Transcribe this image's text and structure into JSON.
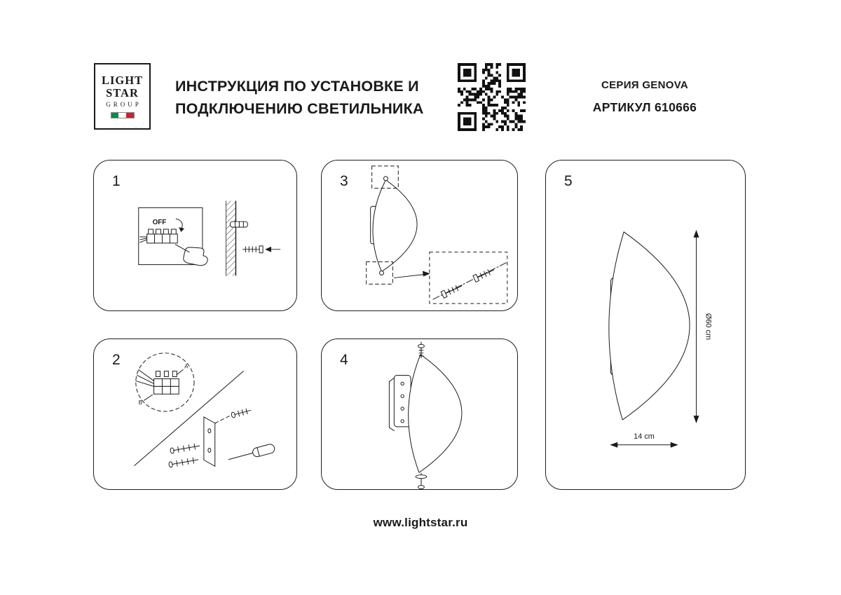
{
  "header": {
    "logo": {
      "line1": "LIGHT",
      "line2": "STAR",
      "line3": "GROUP"
    },
    "title": {
      "line1": "ИНСТРУКЦИЯ ПО УСТАНОВКЕ И",
      "line2": "ПОДКЛЮЧЕНИЮ СВЕТИЛЬНИКА"
    },
    "series": "СЕРИЯ GENOVA",
    "article": "АРТИКУЛ 610666"
  },
  "steps": {
    "step1": {
      "number": "1",
      "switch_label": "OFF"
    },
    "step2": {
      "number": "2",
      "label_a": "A",
      "label_b": "B"
    },
    "step3": {
      "number": "3"
    },
    "step4": {
      "number": "4"
    },
    "step5": {
      "number": "5",
      "diameter_label": "Ø60 cm",
      "depth_label": "14 cm"
    }
  },
  "footer": {
    "website": "www.lightstar.ru"
  },
  "colors": {
    "ink": "#1a1a1a",
    "background": "#ffffff",
    "flag_green": "#008C45",
    "flag_red": "#CD212A"
  }
}
